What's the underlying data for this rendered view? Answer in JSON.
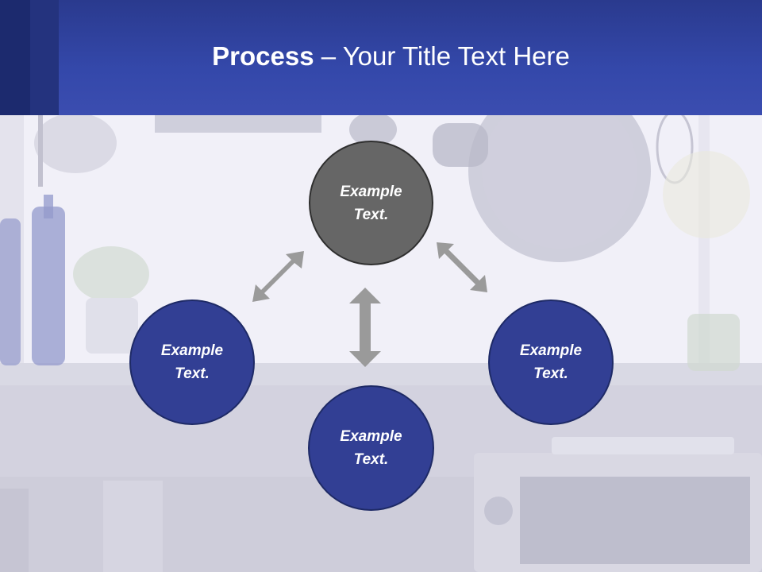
{
  "slide": {
    "title_bold": "Process",
    "title_rest": " – Your Title Text Here"
  },
  "nodes": {
    "top": "Example Text.",
    "left": "Example Text.",
    "bottom": "Example Text.",
    "right": "Example Text."
  },
  "colors": {
    "header": "#3448aa",
    "node_fill": "#323f94",
    "center_fill": "#666666",
    "arrow": "#9a9a9a"
  }
}
